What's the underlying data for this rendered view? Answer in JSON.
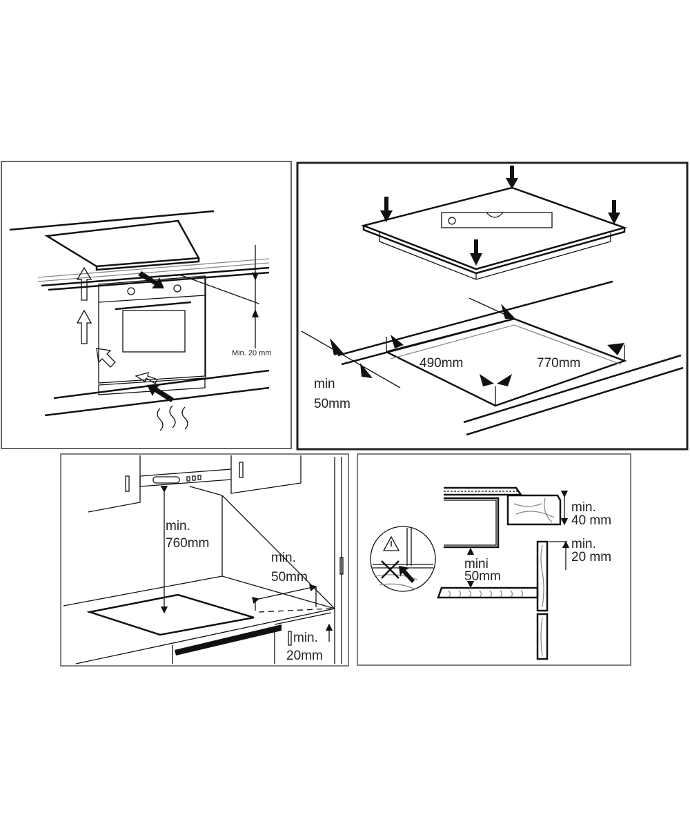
{
  "panels": {
    "ventilation": {
      "min_gap_label": "Min. 20 mm"
    },
    "cutout": {
      "depth_label": "490mm",
      "width_label": "770mm",
      "edge_min_label_1": "min",
      "edge_min_label_2": "50mm"
    },
    "clearances": {
      "hood_label_1": "min.",
      "hood_label_2": "760mm",
      "wall_label_1": "min.",
      "wall_label_2": "50mm",
      "side_label_1": "min.",
      "side_label_2": "20mm"
    },
    "section": {
      "worktop_label_1": "min.",
      "worktop_label_2": "40 mm",
      "gap_label_1": "min.",
      "gap_label_2": "20 mm",
      "under_label_1": "mini",
      "under_label_2": "50mm",
      "warning_icon": "warning-triangle"
    }
  }
}
